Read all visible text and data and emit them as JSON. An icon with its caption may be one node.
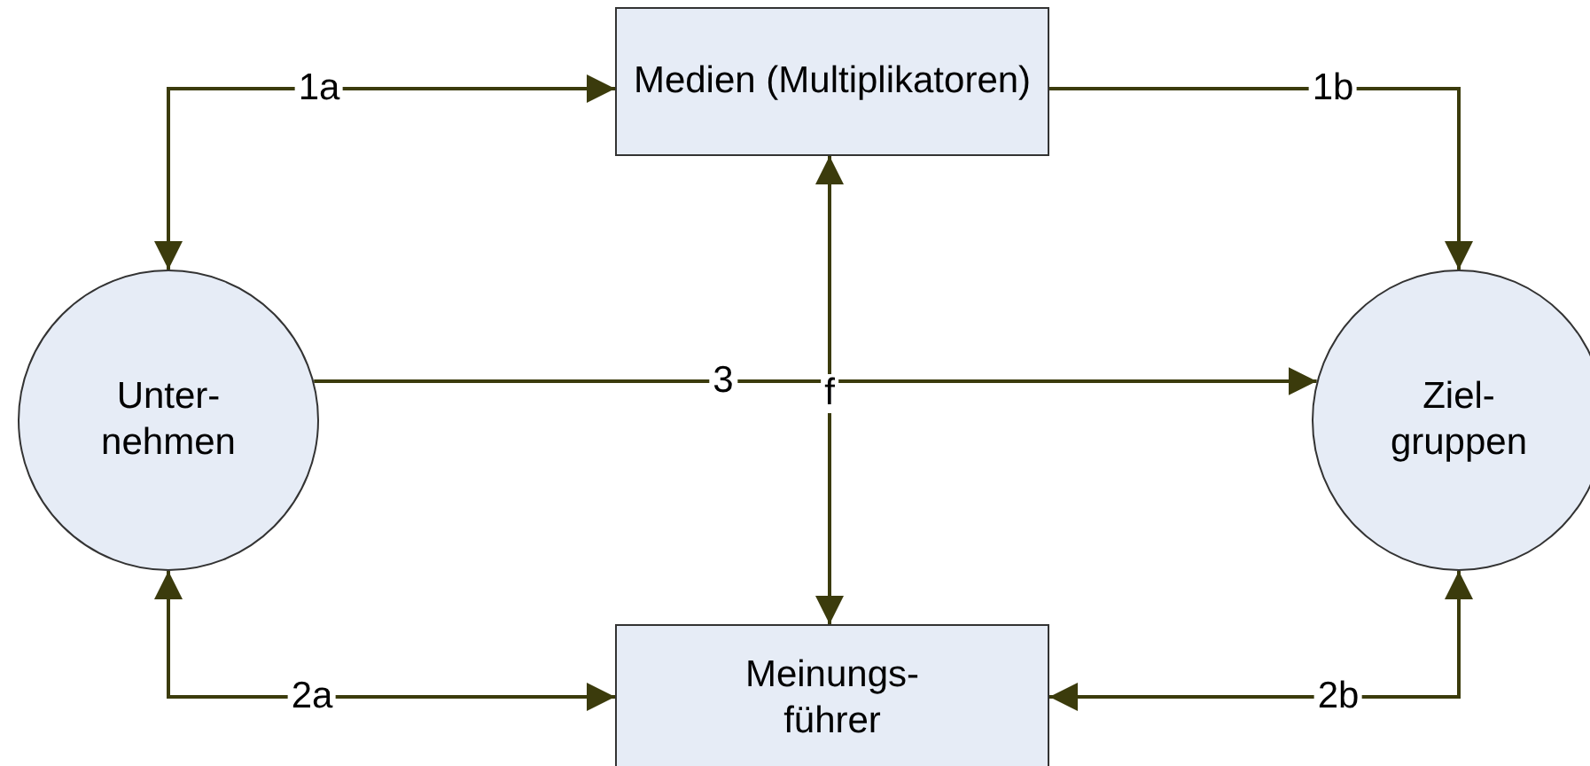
{
  "diagram": {
    "nodes": [
      {
        "text": [
          "Medien (Multiplikatoren)"
        ]
      },
      {
        "text": [
          "Unter- nehmen"
        ]
      },
      {
        "text": [
          "Ziel- gruppen"
        ]
      },
      {
        "text": [
          "Meinungs- führer"
        ]
      }
    ],
    "edges": [
      {
        "from": 1,
        "to": 0,
        "arrow": "both",
        "label": "1a"
      },
      {
        "from": 0,
        "to": 2,
        "arrow": "to",
        "label": "1b"
      },
      {
        "from": 1,
        "to": 2,
        "arrow": "to",
        "label": "3"
      },
      {
        "from": 0,
        "to": 3,
        "arrow": "both",
        "label": "f"
      },
      {
        "from": 1,
        "to": 3,
        "arrow": "both",
        "label": "2a"
      },
      {
        "from": 2,
        "to": 3,
        "arrow": "both",
        "label": "2b"
      }
    ]
  }
}
